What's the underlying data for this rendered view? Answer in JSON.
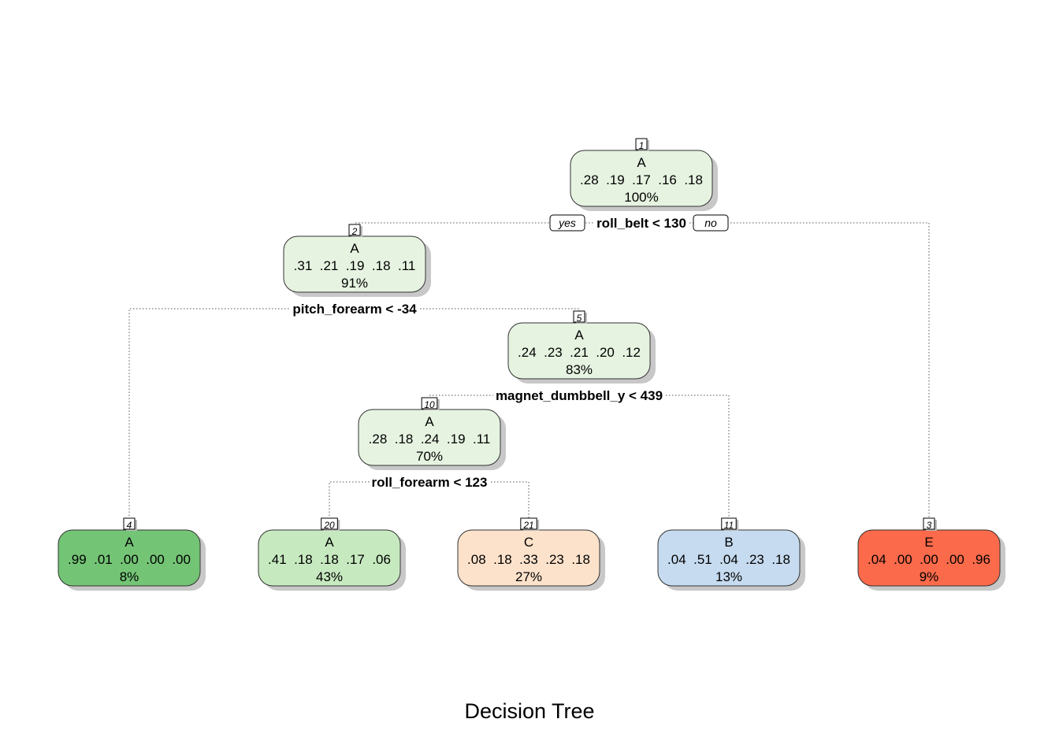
{
  "title": "Decision Tree",
  "yes_label": "yes",
  "no_label": "no",
  "nodes": [
    {
      "id": "1",
      "class": "A",
      "probs": ".28  .19  .17  .16  .18",
      "pct": "100%",
      "fill": "#e6f3e1"
    },
    {
      "id": "2",
      "class": "A",
      "probs": ".31  .21  .19  .18  .11",
      "pct": "91%",
      "fill": "#e6f3e1"
    },
    {
      "id": "5",
      "class": "A",
      "probs": ".24  .23  .21  .20  .12",
      "pct": "83%",
      "fill": "#e6f3e1"
    },
    {
      "id": "10",
      "class": "A",
      "probs": ".28  .18  .24  .19  .11",
      "pct": "70%",
      "fill": "#e6f3e1"
    },
    {
      "id": "4",
      "class": "A",
      "probs": ".99  .01  .00  .00  .00",
      "pct": "8%",
      "fill": "#74c476"
    },
    {
      "id": "20",
      "class": "A",
      "probs": ".41  .18  .18  .17  .06",
      "pct": "43%",
      "fill": "#c7e9c0"
    },
    {
      "id": "21",
      "class": "C",
      "probs": ".08  .18  .33  .23  .18",
      "pct": "27%",
      "fill": "#fde2cb"
    },
    {
      "id": "11",
      "class": "B",
      "probs": ".04  .51  .04  .23  .18",
      "pct": "13%",
      "fill": "#c6dbef"
    },
    {
      "id": "3",
      "class": "E",
      "probs": ".04  .00  .00  .00  .96",
      "pct": "9%",
      "fill": "#fb6a4a"
    }
  ],
  "splits": [
    {
      "node": "1",
      "label": "roll_belt < 130"
    },
    {
      "node": "2",
      "label": "pitch_forearm < -34"
    },
    {
      "node": "5",
      "label": "magnet_dumbbell_y < 439"
    },
    {
      "node": "10",
      "label": "roll_forearm < 123"
    }
  ]
}
